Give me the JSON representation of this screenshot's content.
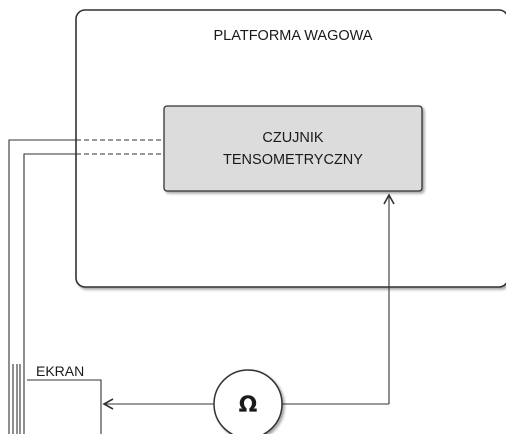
{
  "diagram": {
    "platform_label": "PLATFORMA WAGOWA",
    "sensor_label_line1": "CZUJNIK",
    "sensor_label_line2": "TENSOMETRYCZNY",
    "screen_label": "EKRAN",
    "meter_symbol": "Ω"
  },
  "colors": {
    "sensor_fill": "#dcdcdc",
    "stroke": "#333333",
    "background": "#ffffff"
  }
}
